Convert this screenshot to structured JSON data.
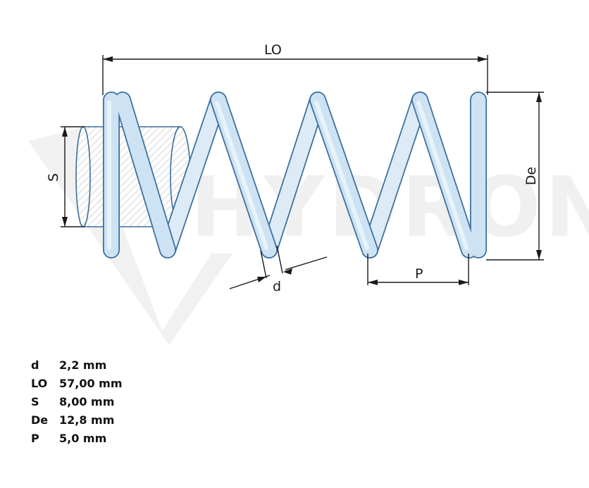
{
  "watermark": {
    "text": "HYDRON",
    "color": "#eeeeee"
  },
  "colors": {
    "coil_fill": "#cde3f3",
    "coil_outline": "#3b6e9e",
    "dimension": "#1a1a1a"
  },
  "labels": {
    "LO": "LO",
    "S": "S",
    "De": "De",
    "d": "d",
    "P": "P"
  },
  "specs": [
    {
      "symbol": "d",
      "value": "2,2 mm"
    },
    {
      "symbol": "LO",
      "value": "57,00 mm"
    },
    {
      "symbol": "S",
      "value": "8,00 mm"
    },
    {
      "symbol": "De",
      "value": "12,8 mm"
    },
    {
      "symbol": "P",
      "value": "5,0 mm"
    }
  ]
}
